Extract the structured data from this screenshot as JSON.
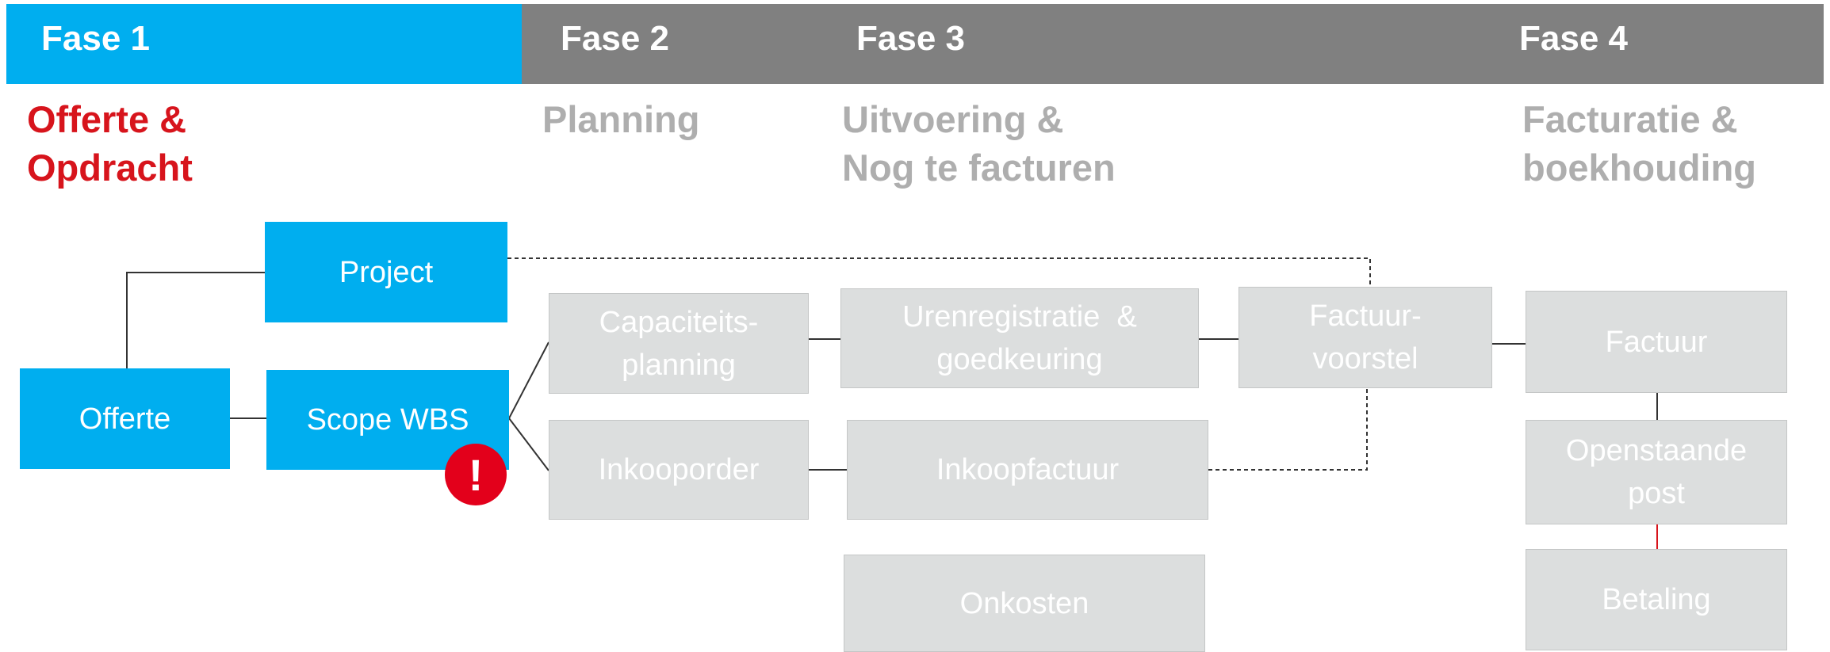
{
  "phases": [
    {
      "label": "Fase 1",
      "heading": [
        "Offerte &",
        "Opdracht"
      ]
    },
    {
      "label": "Fase 2",
      "heading": [
        "Planning"
      ]
    },
    {
      "label": "Fase 3",
      "heading": [
        "Uitvoering &",
        "Nog te facturen"
      ]
    },
    {
      "label": "Fase 4",
      "heading": [
        "Facturatie &",
        "boekhouding"
      ]
    }
  ],
  "boxes": {
    "project": [
      "Project"
    ],
    "offerte": [
      "Offerte"
    ],
    "scope_wbs": [
      "Scope WBS"
    ],
    "capaciteitsplanning": [
      "Capaciteits-",
      "planning"
    ],
    "inkooporder": [
      "Inkooporder"
    ],
    "urenregistratie": [
      "Urenregistratie  &",
      "goedkeuring"
    ],
    "inkoopfactuur": [
      "Inkoopfactuur"
    ],
    "onkosten": [
      "Onkosten"
    ],
    "factuurvoorstel": [
      "Factuur-",
      "voorstel"
    ],
    "factuur": [
      "Factuur"
    ],
    "openstaande_post": [
      "Openstaande",
      "post"
    ],
    "betaling": [
      "Betaling"
    ]
  },
  "warning_symbol": "!",
  "colors": {
    "active_band": "#00aeef",
    "inactive_band": "#808080",
    "active_heading": "#d7141c",
    "inactive_heading": "#aeaeae",
    "active_box": "#00aeef",
    "inactive_box": "#dcdede",
    "warning": "#e3001b"
  }
}
